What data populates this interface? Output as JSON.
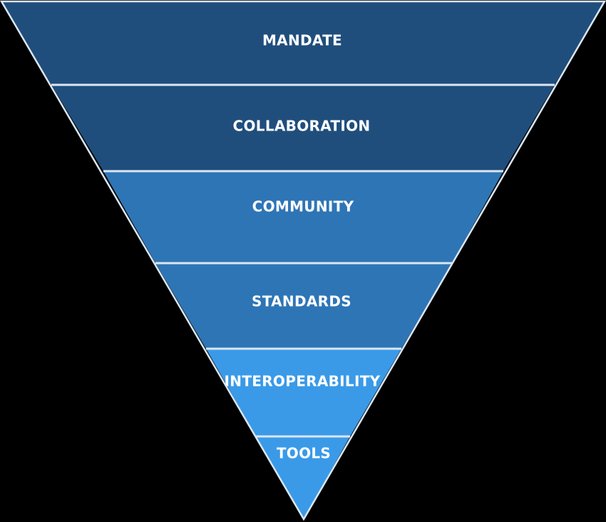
{
  "colors": {
    "background": "#000000",
    "divider": "#dbe6f2",
    "label": "#ffffff"
  },
  "funnel": {
    "tiers": [
      {
        "label": "MANDATE",
        "color": "#1f4e7d"
      },
      {
        "label": "COLLABORATION",
        "color": "#1f4e7d"
      },
      {
        "label": "COMMUNITY",
        "color": "#2e75b6"
      },
      {
        "label": "STANDARDS",
        "color": "#2e75b6"
      },
      {
        "label": "INTEROPERABILITY",
        "color": "#3a9ae8"
      },
      {
        "label": "TOOLS",
        "color": "#3a9ae8"
      }
    ]
  }
}
